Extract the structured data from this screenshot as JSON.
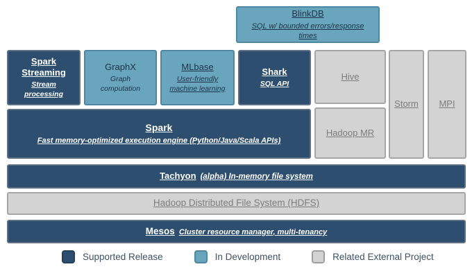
{
  "diagram": {
    "boxes": {
      "blinkdb": {
        "title": "BlinkDB",
        "subtitle": "SQL w/ bounded errors/response times",
        "status": "in-development"
      },
      "spark_streaming": {
        "title": "Spark Streaming",
        "subtitle": "Stream processing",
        "status": "supported"
      },
      "graphx": {
        "title": "GraphX",
        "subtitle": "Graph computation",
        "status": "in-development"
      },
      "mlbase": {
        "title": "MLbase",
        "subtitle": "User-friendly machine learning",
        "status": "in-development"
      },
      "shark": {
        "title": "Shark",
        "subtitle": "SQL API",
        "status": "supported"
      },
      "hive": {
        "title": "Hive",
        "status": "related-external"
      },
      "storm": {
        "title": "Storm",
        "status": "related-external"
      },
      "mpi": {
        "title": "MPI",
        "status": "related-external"
      },
      "spark": {
        "title": "Spark",
        "subtitle": "Fast memory-optimized execution engine (Python/Java/Scala APIs)",
        "status": "supported"
      },
      "hadoop_mr": {
        "title": "Hadoop MR",
        "status": "related-external"
      },
      "tachyon": {
        "title": "Tachyon",
        "subtitle": "(alpha) In-memory file system",
        "status": "supported"
      },
      "hdfs": {
        "title": "Hadoop Distributed File System (HDFS)",
        "status": "related-external"
      },
      "mesos": {
        "title": "Mesos",
        "subtitle": "Cluster resource manager, multi-tenancy",
        "status": "supported"
      }
    },
    "legend": {
      "items": [
        {
          "label": "Supported Release",
          "color": "#2d4e6f"
        },
        {
          "label": "In Development",
          "color": "#69a6bd"
        },
        {
          "label": "Related External Project",
          "color": "#d3d3d3"
        }
      ]
    },
    "colors": {
      "supported_fill": "#2d4e6f",
      "in_development_fill": "#69a6bd",
      "external_fill": "#d3d3d3",
      "external_text": "#7d7d7d",
      "dark_text": "#1d3349",
      "legend_text": "#3e5168"
    }
  }
}
